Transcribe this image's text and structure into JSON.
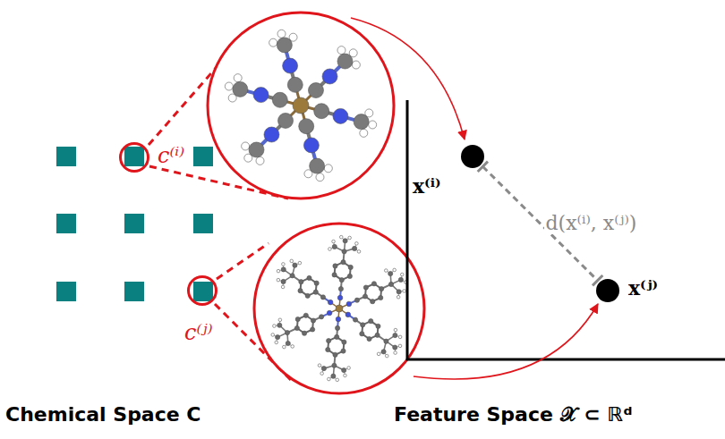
{
  "diagram": {
    "nodes": [
      {
        "text": [
          "c⁽ⁱ⁾"
        ]
      },
      {
        "text": [
          "c⁽ʲ⁾"
        ]
      },
      {
        "text": [
          "x⁽ⁱ⁾"
        ]
      },
      {
        "text": [
          "x⁽ʲ⁾"
        ]
      }
    ],
    "edges": [
      {
        "from": 2,
        "to": 3,
        "arrow": "none",
        "label": "d(x⁽ⁱ⁾, x⁽ʲ⁾)"
      }
    ],
    "labels": [
      "Chemical Space C",
      "Feature Space 𝒳 ⊂ ℝᵈ"
    ]
  }
}
